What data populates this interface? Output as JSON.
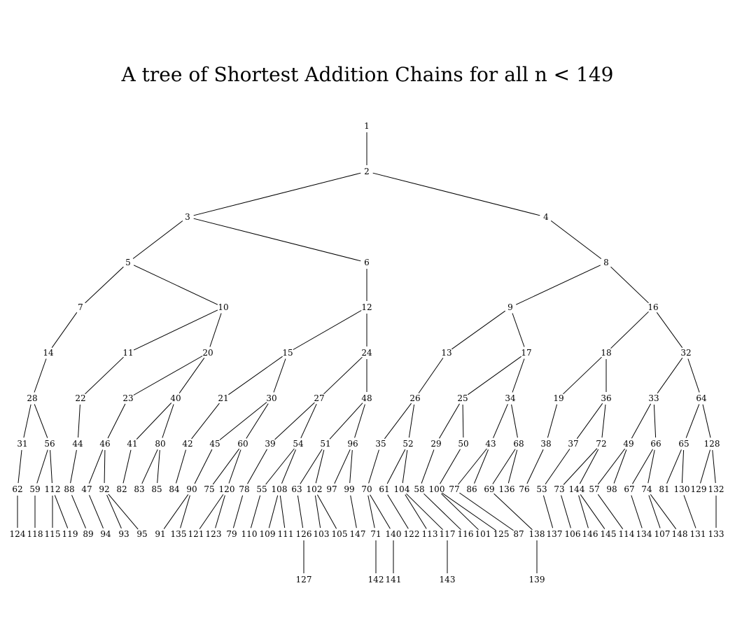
{
  "title": "A tree of Shortest Addition Chains for all n < 149",
  "tree": {
    "edges": [
      [
        1,
        2
      ],
      [
        2,
        3
      ],
      [
        2,
        4
      ],
      [
        3,
        5
      ],
      [
        3,
        6
      ],
      [
        4,
        8
      ],
      [
        5,
        7
      ],
      [
        5,
        10
      ],
      [
        6,
        12
      ],
      [
        8,
        9
      ],
      [
        8,
        16
      ],
      [
        7,
        14
      ],
      [
        10,
        11
      ],
      [
        10,
        20
      ],
      [
        12,
        15
      ],
      [
        12,
        24
      ],
      [
        9,
        13
      ],
      [
        9,
        17
      ],
      [
        16,
        18
      ],
      [
        16,
        32
      ],
      [
        14,
        28
      ],
      [
        11,
        22
      ],
      [
        20,
        23
      ],
      [
        20,
        40
      ],
      [
        15,
        21
      ],
      [
        15,
        30
      ],
      [
        24,
        27
      ],
      [
        24,
        48
      ],
      [
        13,
        26
      ],
      [
        17,
        25
      ],
      [
        17,
        34
      ],
      [
        18,
        19
      ],
      [
        18,
        36
      ],
      [
        32,
        33
      ],
      [
        32,
        64
      ],
      [
        28,
        31
      ],
      [
        28,
        56
      ],
      [
        22,
        44
      ],
      [
        23,
        46
      ],
      [
        40,
        41
      ],
      [
        40,
        80
      ],
      [
        21,
        42
      ],
      [
        30,
        45
      ],
      [
        30,
        60
      ],
      [
        27,
        39
      ],
      [
        27,
        54
      ],
      [
        48,
        51
      ],
      [
        48,
        96
      ],
      [
        26,
        35
      ],
      [
        26,
        52
      ],
      [
        25,
        29
      ],
      [
        25,
        50
      ],
      [
        34,
        43
      ],
      [
        34,
        68
      ],
      [
        19,
        38
      ],
      [
        36,
        37
      ],
      [
        36,
        72
      ],
      [
        33,
        49
      ],
      [
        33,
        66
      ],
      [
        64,
        65
      ],
      [
        64,
        128
      ],
      [
        31,
        62
      ],
      [
        56,
        59
      ],
      [
        56,
        112
      ],
      [
        44,
        88
      ],
      [
        46,
        47
      ],
      [
        46,
        92
      ],
      [
        41,
        82
      ],
      [
        80,
        83
      ],
      [
        80,
        85
      ],
      [
        42,
        84
      ],
      [
        45,
        90
      ],
      [
        60,
        75
      ],
      [
        60,
        120
      ],
      [
        39,
        78
      ],
      [
        54,
        55
      ],
      [
        54,
        108
      ],
      [
        51,
        63
      ],
      [
        51,
        102
      ],
      [
        96,
        97
      ],
      [
        96,
        99
      ],
      [
        35,
        70
      ],
      [
        52,
        61
      ],
      [
        52,
        104
      ],
      [
        29,
        58
      ],
      [
        50,
        100
      ],
      [
        43,
        77
      ],
      [
        43,
        86
      ],
      [
        68,
        69
      ],
      [
        68,
        136
      ],
      [
        38,
        76
      ],
      [
        37,
        53
      ],
      [
        72,
        73
      ],
      [
        72,
        144
      ],
      [
        49,
        57
      ],
      [
        49,
        98
      ],
      [
        66,
        67
      ],
      [
        66,
        74
      ],
      [
        65,
        81
      ],
      [
        65,
        130
      ],
      [
        128,
        129
      ],
      [
        128,
        132
      ],
      [
        62,
        124
      ],
      [
        59,
        118
      ],
      [
        112,
        115
      ],
      [
        112,
        119
      ],
      [
        88,
        89
      ],
      [
        47,
        94
      ],
      [
        92,
        93
      ],
      [
        92,
        95
      ],
      [
        90,
        91
      ],
      [
        90,
        135
      ],
      [
        120,
        121
      ],
      [
        120,
        123
      ],
      [
        78,
        79
      ],
      [
        55,
        110
      ],
      [
        108,
        109
      ],
      [
        108,
        111
      ],
      [
        63,
        126
      ],
      [
        102,
        103
      ],
      [
        102,
        105
      ],
      [
        99,
        147
      ],
      [
        70,
        71
      ],
      [
        70,
        140
      ],
      [
        61,
        122
      ],
      [
        104,
        113
      ],
      [
        104,
        117
      ],
      [
        58,
        116
      ],
      [
        100,
        101
      ],
      [
        100,
        125
      ],
      [
        77,
        87
      ],
      [
        69,
        138
      ],
      [
        53,
        137
      ],
      [
        73,
        106
      ],
      [
        144,
        146
      ],
      [
        144,
        145
      ],
      [
        57,
        114
      ],
      [
        67,
        134
      ],
      [
        74,
        107
      ],
      [
        74,
        148
      ],
      [
        130,
        131
      ],
      [
        132,
        133
      ],
      [
        126,
        127
      ],
      [
        71,
        142
      ],
      [
        140,
        141
      ],
      [
        117,
        143
      ],
      [
        138,
        139
      ]
    ],
    "rows": [
      [
        1
      ],
      [
        2
      ],
      [
        3,
        4
      ],
      [
        5,
        6,
        8
      ],
      [
        7,
        10,
        12,
        9,
        16
      ],
      [
        14,
        11,
        20,
        15,
        24,
        13,
        17,
        18,
        32
      ],
      [
        28,
        22,
        23,
        40,
        21,
        30,
        27,
        48,
        26,
        25,
        34,
        19,
        36,
        33,
        64
      ],
      [
        31,
        56,
        44,
        46,
        41,
        80,
        42,
        45,
        60,
        39,
        54,
        51,
        96,
        35,
        52,
        29,
        50,
        43,
        68,
        38,
        37,
        72,
        49,
        66,
        65,
        128
      ],
      [
        62,
        59,
        112,
        88,
        47,
        92,
        82,
        83,
        85,
        84,
        90,
        75,
        120,
        78,
        55,
        108,
        63,
        102,
        97,
        99,
        70,
        61,
        104,
        58,
        100,
        77,
        86,
        69,
        136,
        76,
        53,
        73,
        144,
        57,
        98,
        67,
        74,
        81,
        130,
        129,
        132
      ],
      [
        124,
        118,
        115,
        119,
        89,
        94,
        93,
        95,
        91,
        135,
        121,
        123,
        79,
        110,
        109,
        111,
        126,
        103,
        105,
        147,
        71,
        140,
        122,
        113,
        117,
        116,
        101,
        125,
        87,
        138,
        137,
        106,
        146,
        145,
        114,
        134,
        107,
        148,
        131,
        133
      ],
      [
        127,
        142,
        141,
        143,
        139
      ]
    ]
  }
}
